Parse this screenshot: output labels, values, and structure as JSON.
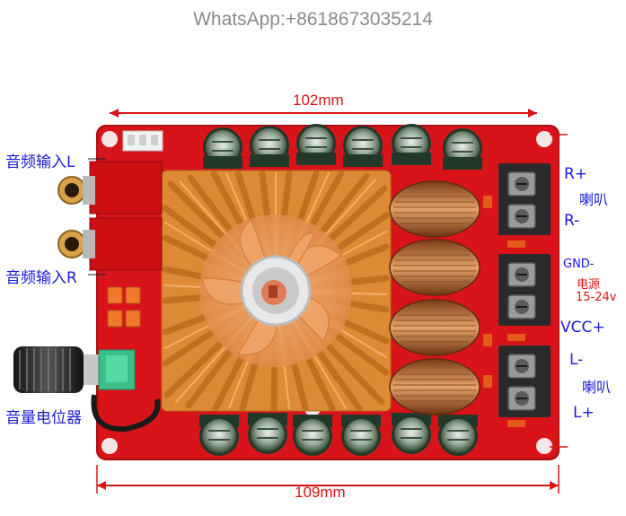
{
  "watermark": "WhatsApp:+8618673035214",
  "dimensions": {
    "top_width": "102mm",
    "bottom_width": "109mm"
  },
  "left_labels": {
    "audio_in_l": "音频输入L",
    "audio_in_r": "音频输入R",
    "volume_pot": "音量电位器"
  },
  "right_labels": {
    "r_plus": "R+",
    "speaker_r": "喇叭",
    "r_minus": "R-",
    "gnd": "GND-",
    "power": "电源",
    "voltage": "15-24v",
    "vcc_plus": "VCC+",
    "l_minus": "L-",
    "speaker_l": "喇叭",
    "l_plus": "L+"
  },
  "colors": {
    "board": "#d8141a",
    "heatsink": "#e8912e",
    "copper": "#c9793a",
    "capacitor": "#2d4a2e",
    "dimension": "#d81414",
    "label_blue": "#1a1ad8"
  }
}
